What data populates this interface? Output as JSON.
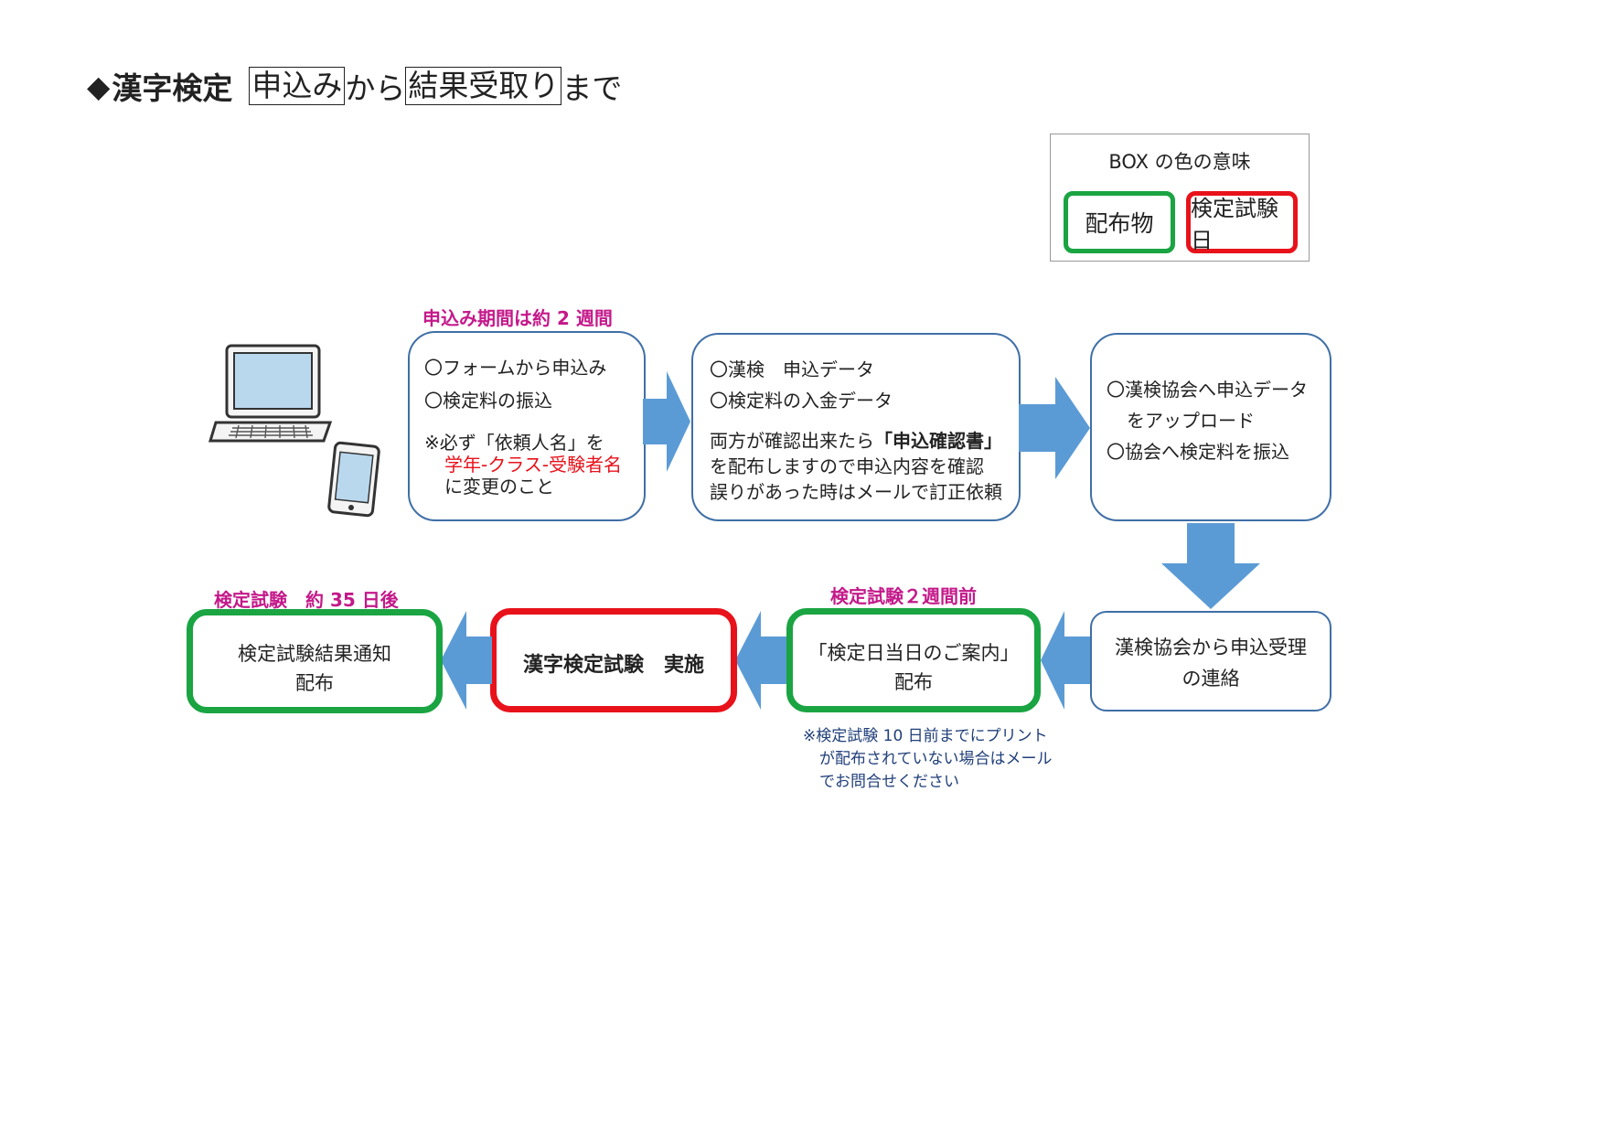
{
  "title": {
    "diamond": "◆",
    "main": "漢字検定",
    "part1": "申込み",
    "part2": "から",
    "part3": "結果受取り",
    "part4": "まで"
  },
  "legend": {
    "title": "BOX の色の意味",
    "green_label": "配布物",
    "red_label": "検定試験日"
  },
  "step1": {
    "period": "申込み期間は約 2 週間",
    "line1": "〇フォームから申込み",
    "line2": "〇検定料の振込",
    "note1": "※必ず「依頼人名」を",
    "note2": "学年-クラス-受験者名",
    "note3": "に変更のこと"
  },
  "step2": {
    "line1": "〇漢検　申込データ",
    "line2": "〇検定料の入金データ",
    "line3a": "両方が確認出来たら",
    "line3b": "「申込確認書」",
    "line4": "を配布しますので申込内容を確認",
    "line5": "誤りがあった時はメールで訂正依頼"
  },
  "step3": {
    "line1": "〇漢検協会へ申込データ",
    "line2": "をアップロード",
    "line3": "〇協会へ検定料を振込"
  },
  "step4": {
    "line1": "漢検協会から申込受理",
    "line2": "の連絡"
  },
  "step5": {
    "timing": "検定試験２週間前",
    "line1": "「検定日当日のご案内」",
    "line2": "配布",
    "note1": "※検定試験 10 日前までにプリント",
    "note2": "が配布されていない場合はメール",
    "note3": "でお問合せください"
  },
  "step6": {
    "label": "漢字検定試験　実施"
  },
  "step7": {
    "timing": "検定試験　約 35 日後",
    "line1": "検定試験結果通知",
    "line2": "配布"
  },
  "icons": {
    "laptop": "laptop-icon",
    "phone": "smartphone-icon",
    "arrow": "arrow"
  },
  "colors": {
    "green": "#1aa442",
    "red": "#e8121b",
    "magenta": "#c4198a",
    "arrow_blue": "#5b9bd5",
    "box_border": "#3f6fa6"
  }
}
